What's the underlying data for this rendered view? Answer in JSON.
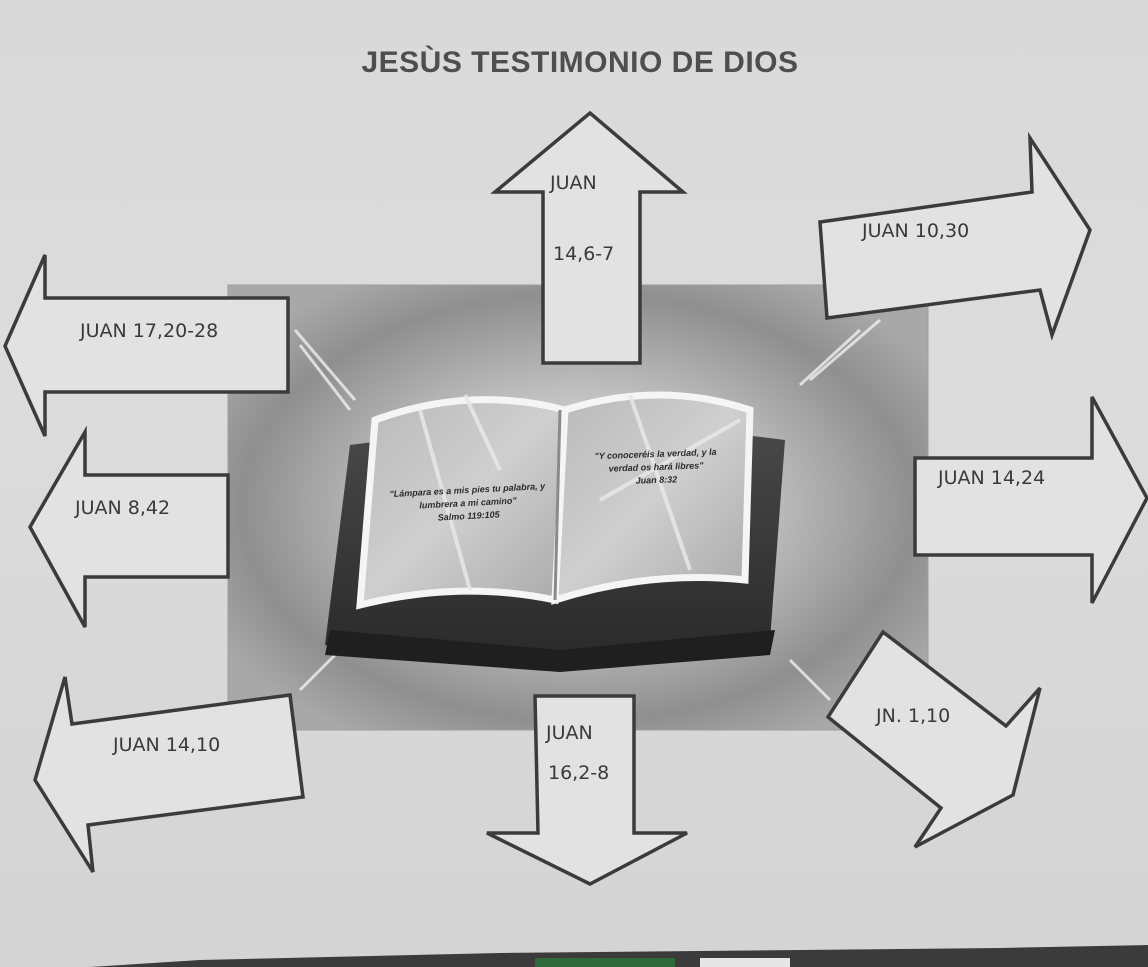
{
  "title": "JESÙS TESTIMONIO DE DIOS",
  "center_image": {
    "description": "open-bible",
    "left_page_quote": "\"Lámpara es a mis pies tu palabra, y lumbrera a mi camino\"",
    "left_page_ref": "Salmo 119:105",
    "right_page_quote": "\"Y conoceréis la verdad, y la verdad os hará libres\"",
    "right_page_ref": "Juan 8:32"
  },
  "arrows": [
    {
      "id": "up",
      "direction": "up",
      "line1": "JUAN",
      "line2": "14,6-7"
    },
    {
      "id": "top-right",
      "direction": "right",
      "line1": "JUAN  10,30"
    },
    {
      "id": "right",
      "direction": "right",
      "line1": "JUAN 14,24"
    },
    {
      "id": "bottom-right",
      "direction": "down-right",
      "line1": "JN. 1,10"
    },
    {
      "id": "down",
      "direction": "down",
      "line1": "JUAN",
      "line2": "16,2-8"
    },
    {
      "id": "bottom-left",
      "direction": "left",
      "line1": "JUAN 14,10"
    },
    {
      "id": "left",
      "direction": "left",
      "line1": "JUAN 8,42"
    },
    {
      "id": "top-left",
      "direction": "left",
      "line1": "JUAN 17,20-28"
    }
  ],
  "colors": {
    "paper": "#dcdcdc",
    "ink": "#3a3a3a",
    "arrow_fill": "#e2e2e2",
    "photo_bg": "#9a9a9a"
  }
}
